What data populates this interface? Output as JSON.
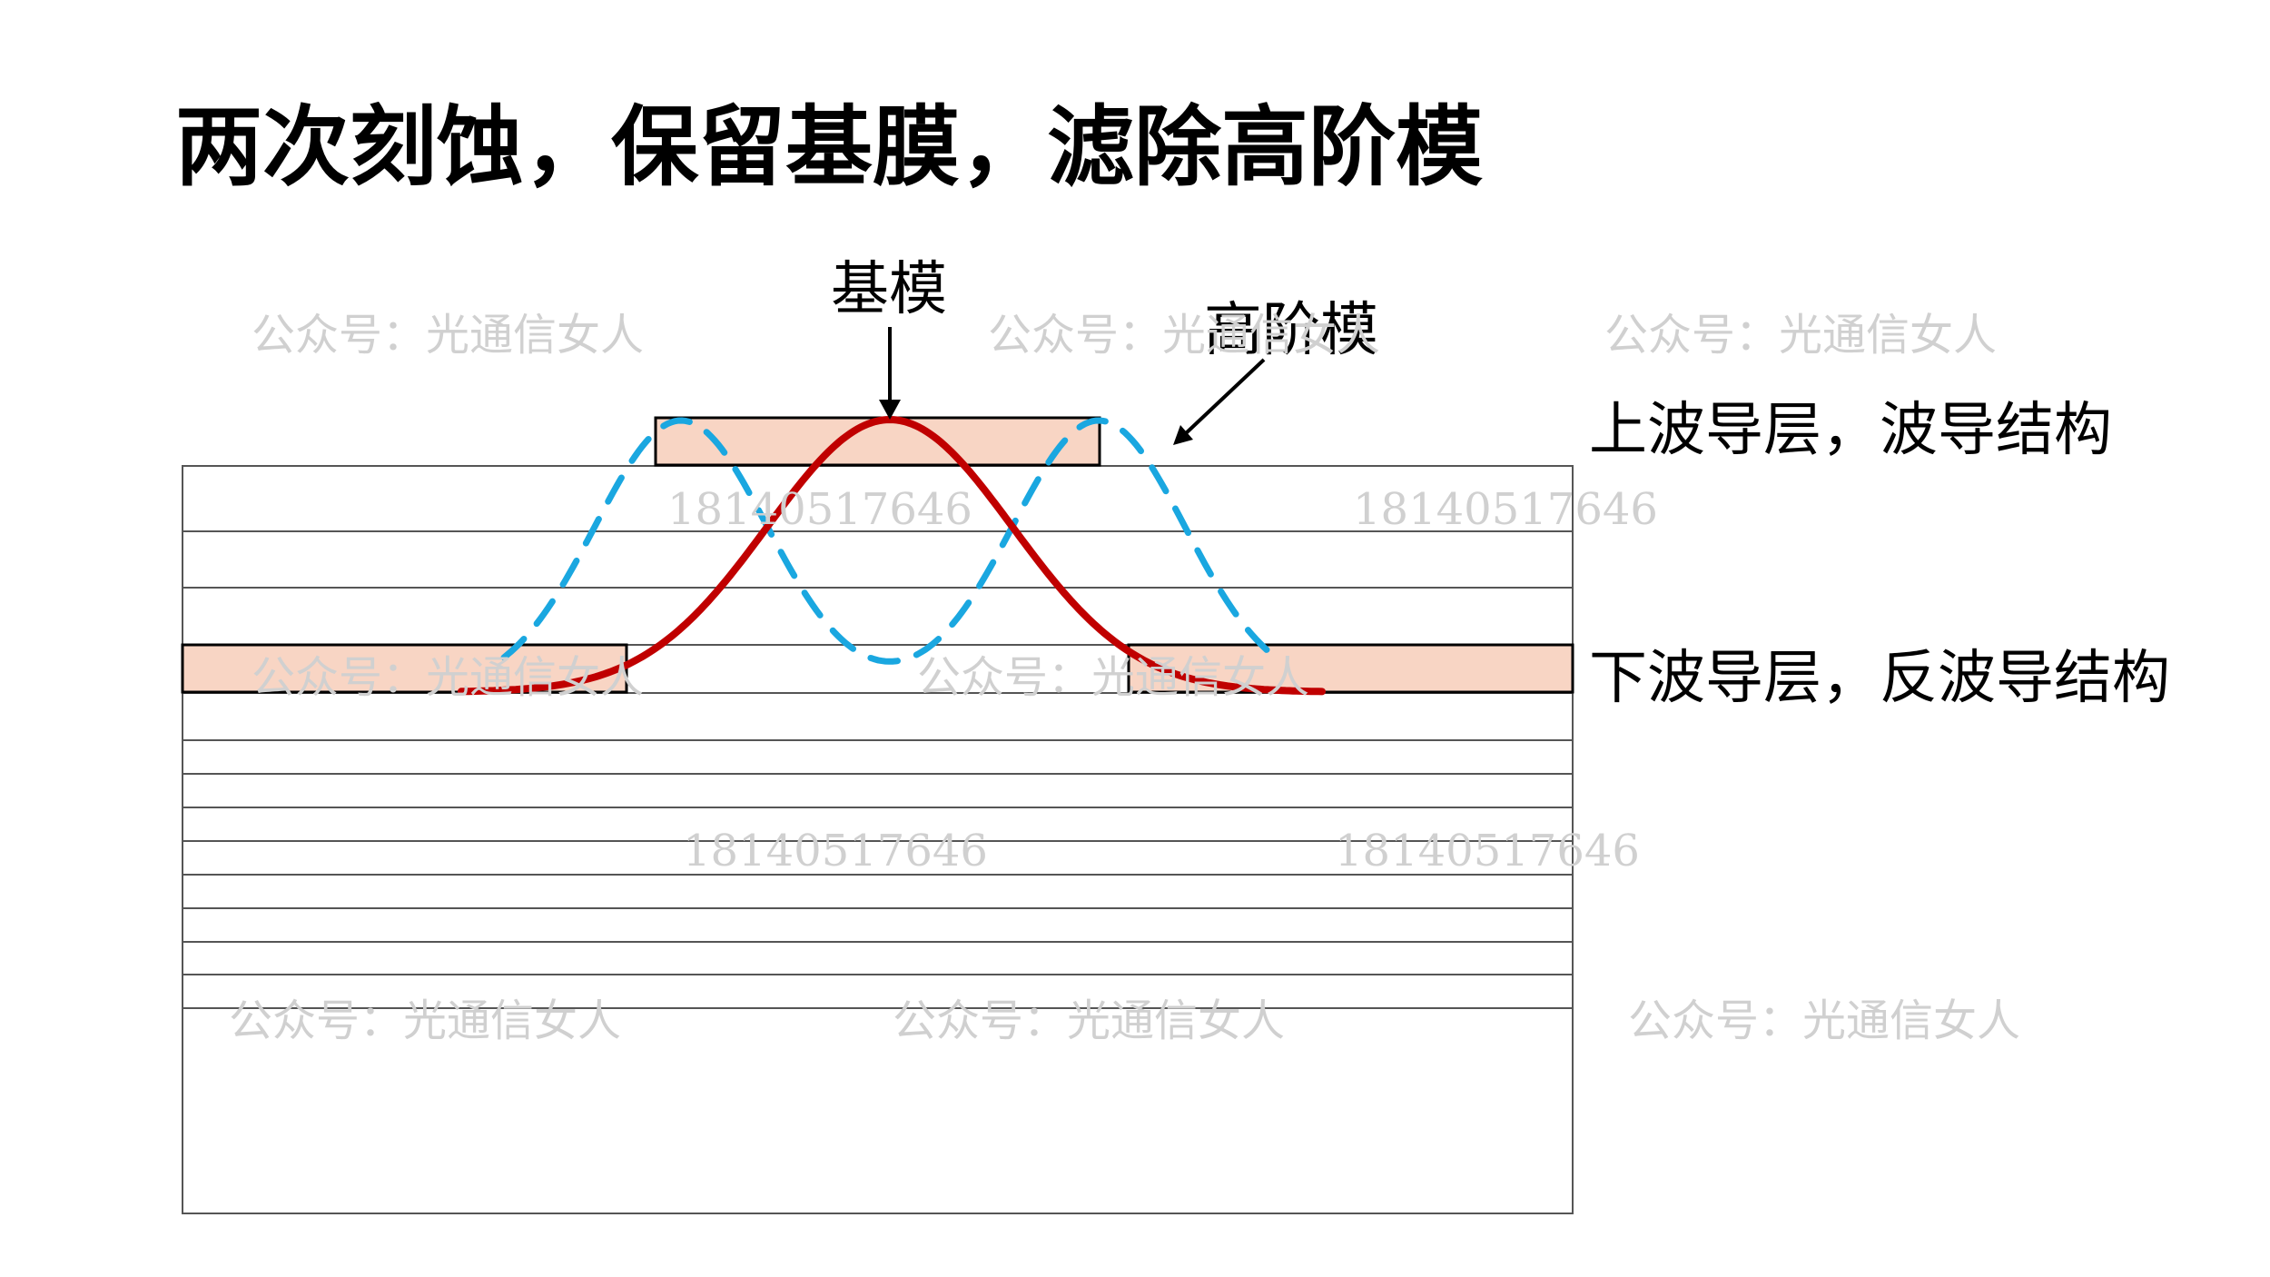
{
  "title": "两次刻蚀，保留基膜，滤除高阶模",
  "labels": {
    "fundamental_mode": "基模",
    "higher_order_mode": "高阶模",
    "upper_layer": "上波导层，波导结构",
    "lower_layer": "下波导层，反波导结构"
  },
  "watermarks": {
    "account": "公众号：光通信女人",
    "phone": "18140517646"
  },
  "colors": {
    "fundamental_mode": "#c00000",
    "higher_order_mode": "#1aa7e0",
    "waveguide_fill": "#f8d5c4",
    "outline": "#000000",
    "layer_line": "#555555",
    "watermark": "#d0d0d0"
  }
}
